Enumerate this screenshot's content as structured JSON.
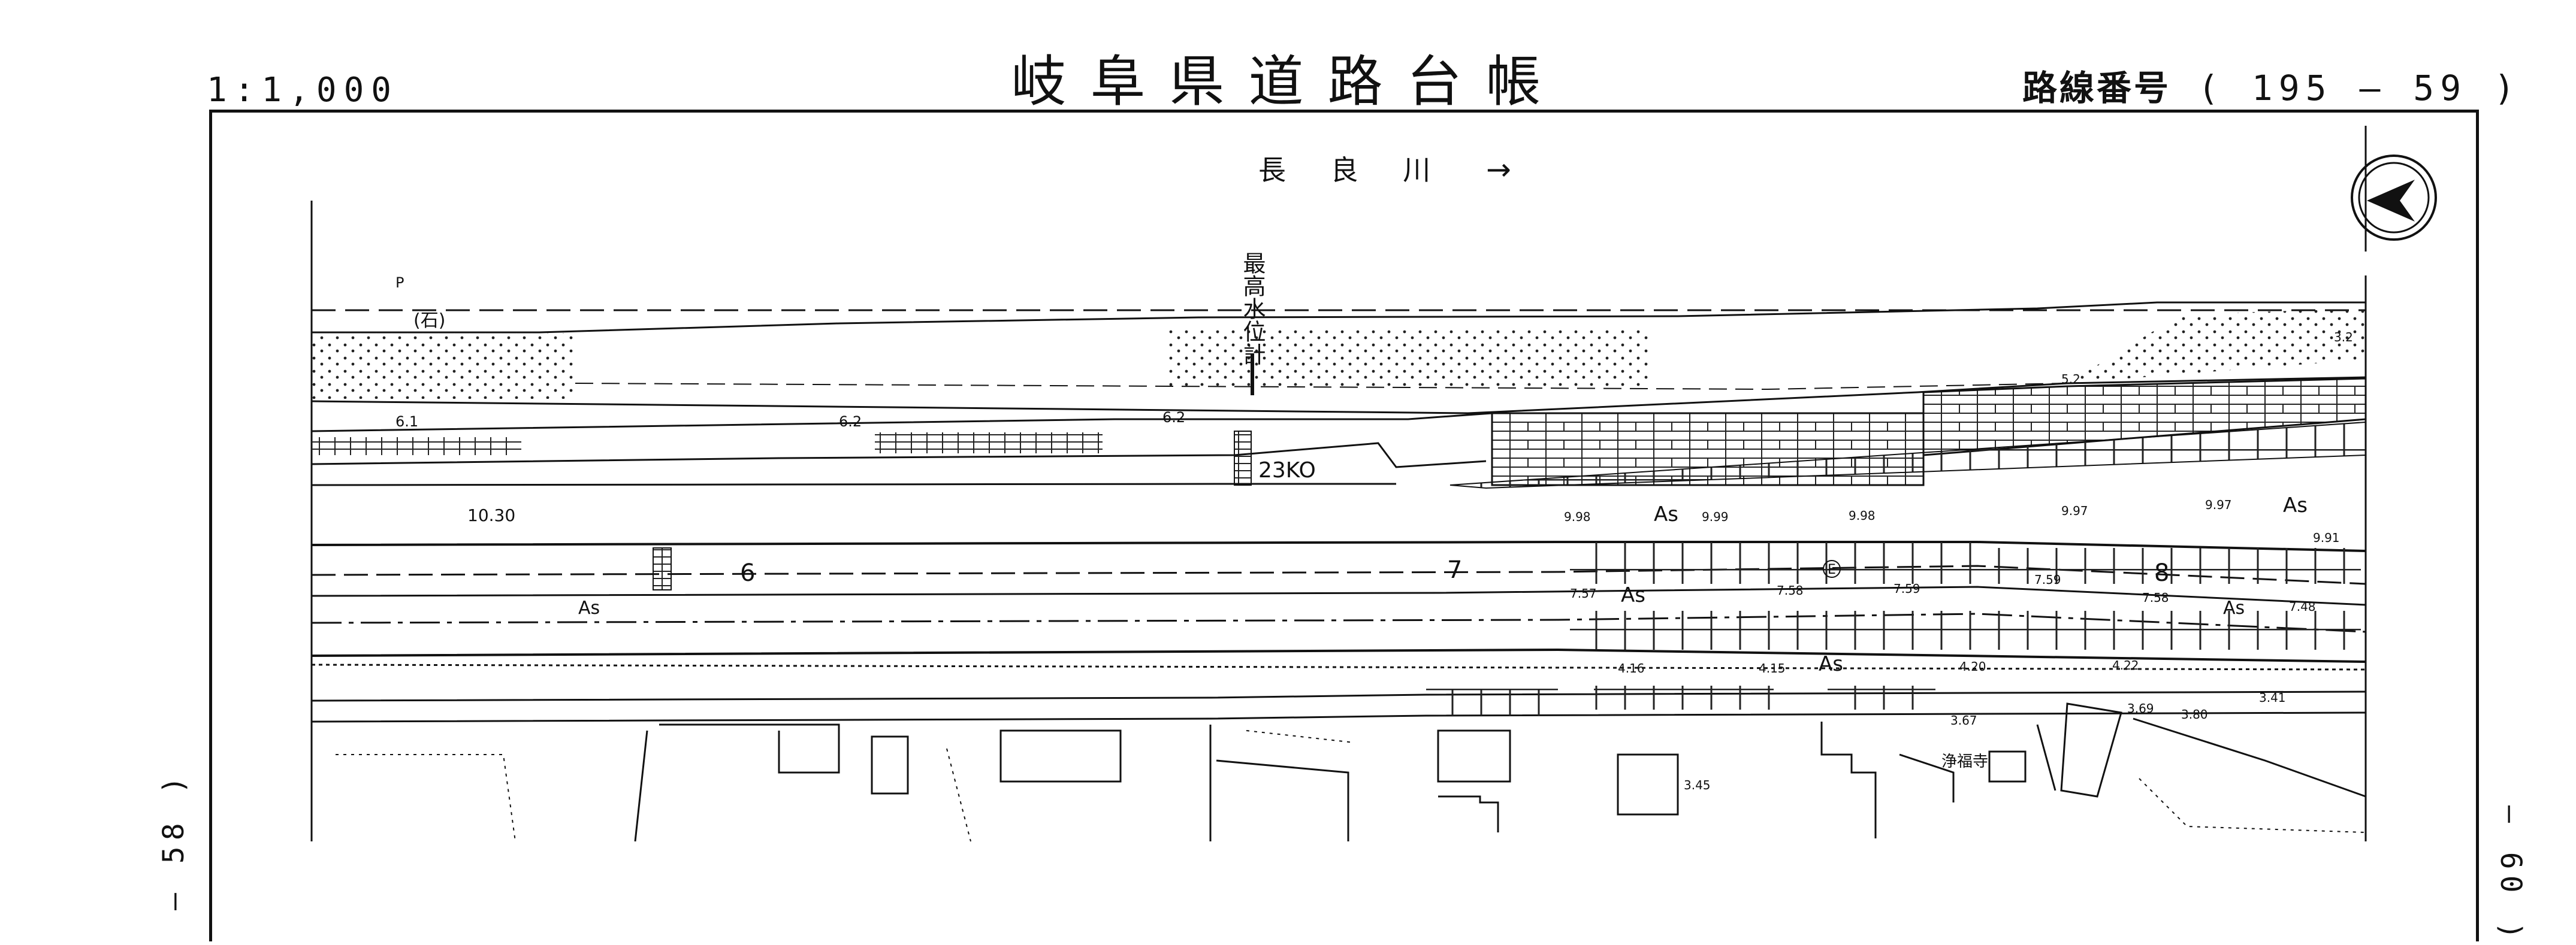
{
  "header": {
    "title": "岐阜県道路台帳",
    "scale": "1:1,000",
    "route_label": "路線番号",
    "route_number": "( 195 — 59 )"
  },
  "margins": {
    "prev_sheet": "— 58 )",
    "next_sheet": "— 60 )"
  },
  "map": {
    "river_label": "長 良 川",
    "river_arrow": "→",
    "gauge_label": "最高水位計",
    "stone_mark": "(石)",
    "survey_p": "P",
    "distance_post": "23KO",
    "road_width": "10.30",
    "temple_name": "浄福寺",
    "section_numbers": [
      "6",
      "7",
      "8"
    ],
    "surface_labels": [
      "As",
      "As",
      "As",
      "As",
      "As"
    ],
    "e_mark": "E",
    "elevations": [
      "6.1",
      "6.2",
      "6.2",
      "9.98",
      "9.99",
      "9.98",
      "9.97",
      "9.97",
      "9.91",
      "7.57",
      "7.58",
      "7.59",
      "7.59",
      "7.58",
      "7.48",
      "4.16",
      "4.15",
      "4.20",
      "4.22",
      "3.67",
      "3.69",
      "3.80",
      "3.41",
      "3.45",
      "3.2",
      "5.2"
    ]
  },
  "colors": {
    "ink": "#111111",
    "paper": "#ffffff"
  },
  "icons": {
    "north": "north-arrow-icon"
  }
}
